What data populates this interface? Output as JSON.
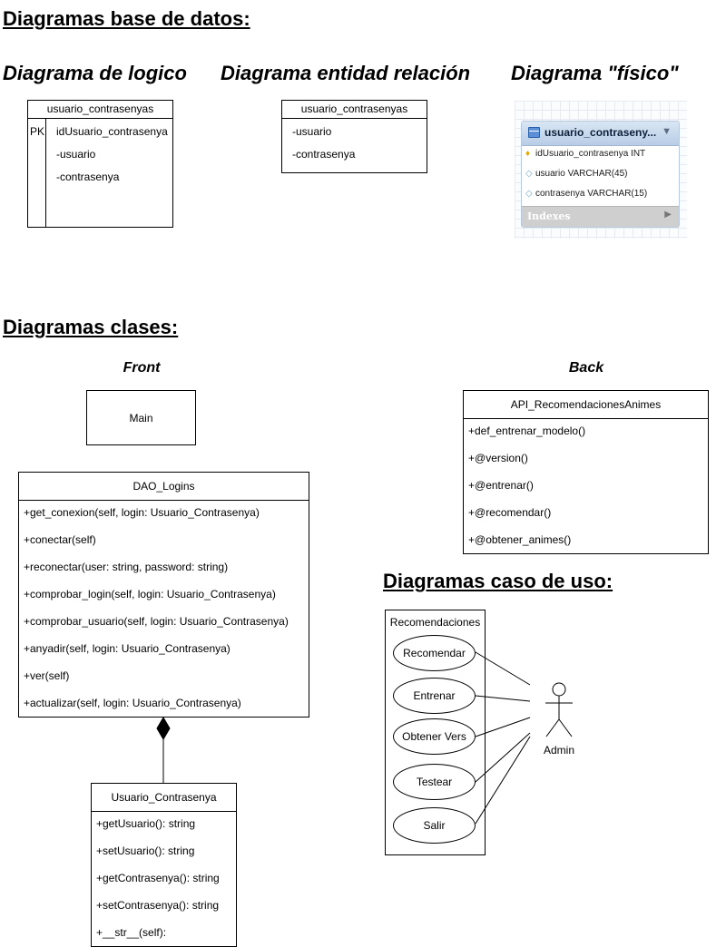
{
  "headings": {
    "db": "Diagramas base de datos:",
    "logico": "Diagrama de logico",
    "er": "Diagrama entidad relación",
    "fisico": "Diagrama \"físico\"",
    "clases": "Diagramas clases:",
    "front": "Front",
    "back": "Back",
    "casos": "Diagramas caso de uso:"
  },
  "logical": {
    "title": "usuario_contrasenyas",
    "pk_label": "PK",
    "fields": [
      "idUsuario_contrasenya",
      "-usuario",
      "-contrasenya"
    ]
  },
  "er": {
    "title": "usuario_contrasenyas",
    "fields": [
      "-usuario",
      "-contrasenya"
    ]
  },
  "physical": {
    "title": "usuario_contraseny...",
    "rows": [
      {
        "icon": "key-icon",
        "text": "idUsuario_contrasenya INT"
      },
      {
        "icon": "diamond-icon",
        "text": "usuario VARCHAR(45)"
      },
      {
        "icon": "diamond-icon",
        "text": "contrasenya VARCHAR(15)"
      }
    ],
    "footer": "Indexes"
  },
  "classes": {
    "main": {
      "title": "Main"
    },
    "dao": {
      "title": "DAO_Logins",
      "methods": [
        "+get_conexion(self, login: Usuario_Contrasenya)",
        "+conectar(self)",
        "+reconectar(user: string, password: string)",
        "+comprobar_login(self, login: Usuario_Contrasenya)",
        "+comprobar_usuario(self, login: Usuario_Contrasenya)",
        "+anyadir(self, login: Usuario_Contrasenya)",
        "+ver(self)",
        "+actualizar(self, login: Usuario_Contrasenya)"
      ]
    },
    "usuario": {
      "title": "Usuario_Contrasenya",
      "methods": [
        "+getUsuario(): string",
        "+setUsuario(): string",
        "+getContrasenya(): string",
        "+setContrasenya(): string",
        "+__str__(self):"
      ]
    },
    "api": {
      "title": "API_RecomendacionesAnimes",
      "methods": [
        "+def_entrenar_modelo()",
        "+@version()",
        "+@entrenar()",
        "+@recomendar()",
        "+@obtener_animes()"
      ]
    }
  },
  "usecase": {
    "system": "Recomendaciones",
    "cases": [
      "Recomendar",
      "Entrenar",
      "Obtener Vers",
      "Testear",
      "Salir"
    ],
    "actor": "Admin"
  }
}
